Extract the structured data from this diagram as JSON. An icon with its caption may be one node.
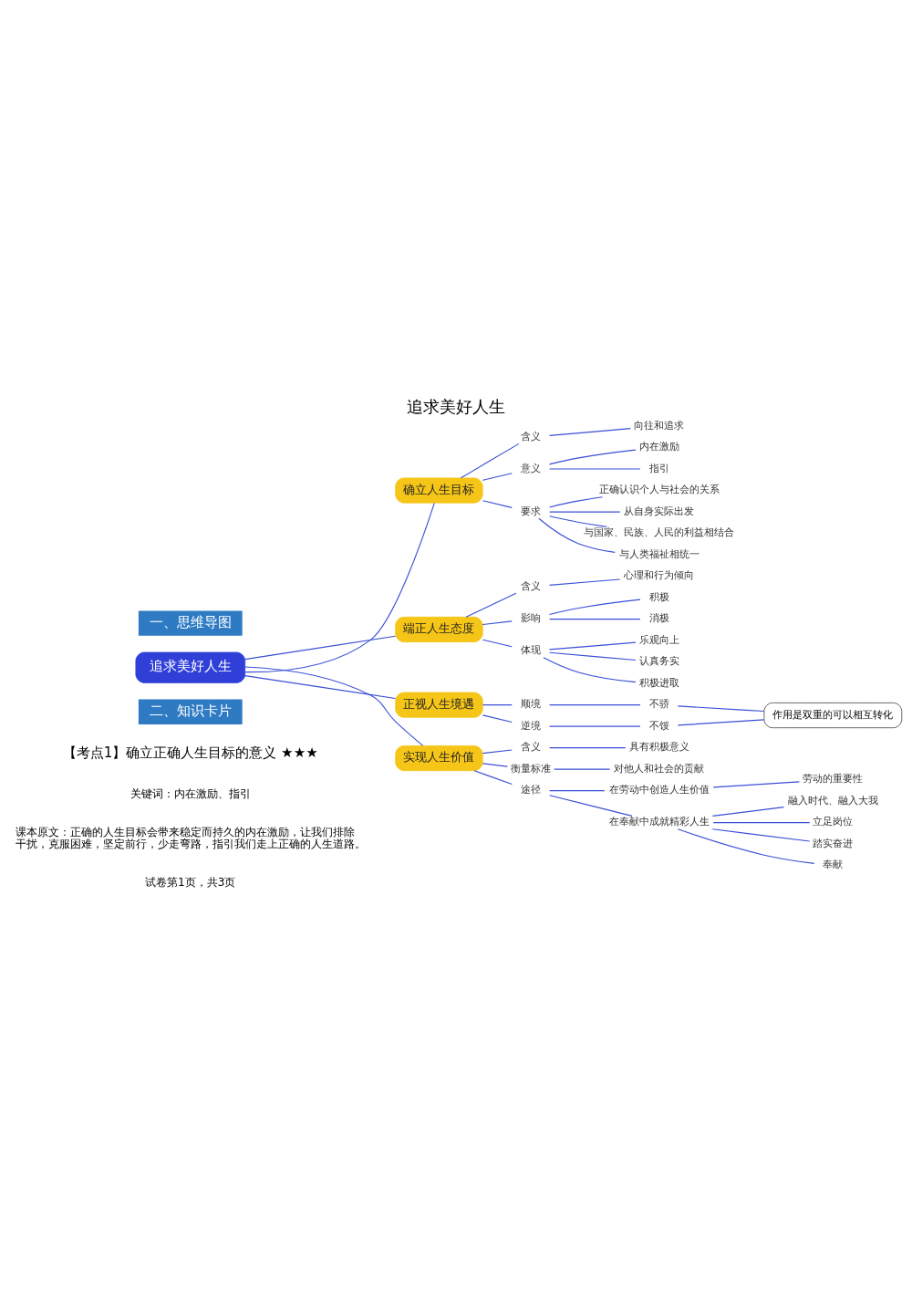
{
  "diagram": {
    "title": "追求美好人生",
    "nodes": [
      {
        "text": [
          "追求美好人生"
        ]
      },
      {
        "text": [
          "确立人生目标"
        ]
      },
      {
        "text": [
          "含义"
        ]
      },
      {
        "text": [
          "向往和追求"
        ]
      },
      {
        "text": [
          "意义"
        ]
      },
      {
        "text": [
          "内在激励"
        ]
      },
      {
        "text": [
          "指引"
        ]
      },
      {
        "text": [
          "要求"
        ]
      },
      {
        "text": [
          "正确认识个人与社会的关系"
        ]
      },
      {
        "text": [
          "从自身实际出发"
        ]
      },
      {
        "text": [
          "与国家、民族、人民的利益相结合"
        ]
      },
      {
        "text": [
          "与人类福祉相统一"
        ]
      },
      {
        "text": [
          "端正人生态度"
        ]
      },
      {
        "text": [
          "含义"
        ]
      },
      {
        "text": [
          "心理和行为倾向"
        ]
      },
      {
        "text": [
          "影响"
        ]
      },
      {
        "text": [
          "积极"
        ]
      },
      {
        "text": [
          "消极"
        ]
      },
      {
        "text": [
          "体现"
        ]
      },
      {
        "text": [
          "乐观向上"
        ]
      },
      {
        "text": [
          "认真务实"
        ]
      },
      {
        "text": [
          "积极进取"
        ]
      },
      {
        "text": [
          "正视人生境遇"
        ]
      },
      {
        "text": [
          "顺境"
        ]
      },
      {
        "text": [
          "不骄"
        ]
      },
      {
        "text": [
          "逆境"
        ]
      },
      {
        "text": [
          "不馁"
        ]
      },
      {
        "text": [
          "作用是双重的可以相互转化"
        ]
      },
      {
        "text": [
          "实现人生价值"
        ]
      },
      {
        "text": [
          "含义"
        ]
      },
      {
        "text": [
          "具有积极意义"
        ]
      },
      {
        "text": [
          "衡量标准"
        ]
      },
      {
        "text": [
          "对他人和社会的贡献"
        ]
      },
      {
        "text": [
          "途径"
        ]
      },
      {
        "text": [
          "在劳动中创造人生价值"
        ]
      },
      {
        "text": [
          "劳动的重要性"
        ]
      },
      {
        "text": [
          "在奉献中成就精彩人生"
        ]
      },
      {
        "text": [
          "融入时代、融入大我"
        ]
      },
      {
        "text": [
          "立足岗位"
        ]
      },
      {
        "text": [
          "踏实奋进"
        ]
      },
      {
        "text": [
          "奉献"
        ]
      }
    ],
    "edges": [
      {
        "from": 0,
        "to": 1,
        "arrow": "none"
      },
      {
        "from": 1,
        "to": 2,
        "arrow": "none"
      },
      {
        "from": 2,
        "to": 3,
        "arrow": "none"
      },
      {
        "from": 1,
        "to": 4,
        "arrow": "none"
      },
      {
        "from": 4,
        "to": 5,
        "arrow": "none"
      },
      {
        "from": 4,
        "to": 6,
        "arrow": "none"
      },
      {
        "from": 1,
        "to": 7,
        "arrow": "none"
      },
      {
        "from": 7,
        "to": 8,
        "arrow": "none"
      },
      {
        "from": 7,
        "to": 9,
        "arrow": "none"
      },
      {
        "from": 7,
        "to": 10,
        "arrow": "none"
      },
      {
        "from": 7,
        "to": 11,
        "arrow": "none"
      },
      {
        "from": 0,
        "to": 12,
        "arrow": "none"
      },
      {
        "from": 12,
        "to": 13,
        "arrow": "none"
      },
      {
        "from": 13,
        "to": 14,
        "arrow": "none"
      },
      {
        "from": 12,
        "to": 15,
        "arrow": "none"
      },
      {
        "from": 15,
        "to": 16,
        "arrow": "none"
      },
      {
        "from": 15,
        "to": 17,
        "arrow": "none"
      },
      {
        "from": 12,
        "to": 18,
        "arrow": "none"
      },
      {
        "from": 18,
        "to": 19,
        "arrow": "none"
      },
      {
        "from": 18,
        "to": 20,
        "arrow": "none"
      },
      {
        "from": 18,
        "to": 21,
        "arrow": "none"
      },
      {
        "from": 0,
        "to": 22,
        "arrow": "none"
      },
      {
        "from": 22,
        "to": 23,
        "arrow": "none"
      },
      {
        "from": 23,
        "to": 24,
        "arrow": "none"
      },
      {
        "from": 22,
        "to": 25,
        "arrow": "none"
      },
      {
        "from": 25,
        "to": 26,
        "arrow": "none"
      },
      {
        "from": 24,
        "to": 27,
        "arrow": "none"
      },
      {
        "from": 26,
        "to": 27,
        "arrow": "none"
      },
      {
        "from": 0,
        "to": 28,
        "arrow": "none"
      },
      {
        "from": 28,
        "to": 29,
        "arrow": "none"
      },
      {
        "from": 29,
        "to": 30,
        "arrow": "none"
      },
      {
        "from": 28,
        "to": 31,
        "arrow": "none"
      },
      {
        "from": 31,
        "to": 32,
        "arrow": "none"
      },
      {
        "from": 28,
        "to": 33,
        "arrow": "none"
      },
      {
        "from": 33,
        "to": 34,
        "arrow": "none"
      },
      {
        "from": 34,
        "to": 35,
        "arrow": "none"
      },
      {
        "from": 33,
        "to": 36,
        "arrow": "none"
      },
      {
        "from": 36,
        "to": 37,
        "arrow": "none"
      },
      {
        "from": 36,
        "to": 38,
        "arrow": "none"
      },
      {
        "from": 36,
        "to": 39,
        "arrow": "none"
      },
      {
        "from": 36,
        "to": 40,
        "arrow": "none"
      }
    ],
    "labels": [
      "一、思维导图",
      "二、知识卡片",
      "【考点1】确立正确人生目标的意义 ★★★",
      "关键词：内在激励、指引",
      "课本原文：正确的人生目标会带来稳定而持久的内在激励，让我们排除干扰，克服困难，坚定前行，少走弯路，指引我们走上正确的人生道路。",
      "试卷第1页，共3页"
    ]
  }
}
